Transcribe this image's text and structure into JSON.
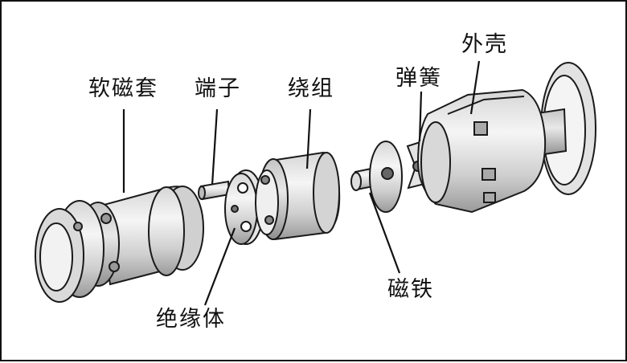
{
  "labels": {
    "soft_magnetic_sleeve": "软磁套",
    "terminal": "端子",
    "winding": "绕组",
    "spring": "弹簧",
    "housing": "外壳",
    "insulator": "绝缘体",
    "magnet": "磁铁"
  },
  "colors": {
    "line": "#1a1a1a",
    "light": "#e9e9e9",
    "mid": "#bdbdbd",
    "dark": "#8a8a8a",
    "background": "#ffffff"
  }
}
